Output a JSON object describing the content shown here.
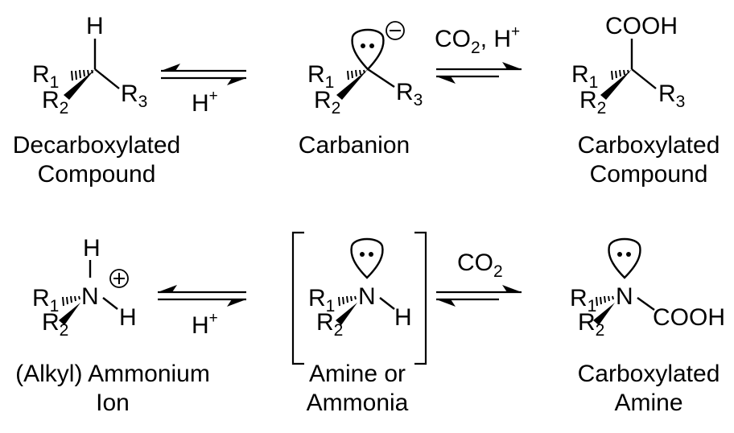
{
  "labels": {
    "H": "H",
    "R": "R",
    "N": "N",
    "COOH": "COOH",
    "n1": "1",
    "n2": "2",
    "n3": "3",
    "CO": "CO",
    "two": "2",
    "comma_H": ", H",
    "plus": "+"
  },
  "top_row": {
    "captions": {
      "decarboxylated_line1": "Decarboxylated",
      "decarboxylated_line2": "Compound",
      "carbanion": "Carbanion",
      "carboxylated_line1": "Carboxylated",
      "carboxylated_line2": "Compound"
    }
  },
  "bottom_row": {
    "captions": {
      "ammonium_line1": "(Alkyl) Ammonium",
      "ammonium_line2": "Ion",
      "amine_line1": "Amine or",
      "amine_line2": "Ammonia",
      "carboxylated_amine_line1": "Carboxylated",
      "carboxylated_amine_line2": "Amine"
    }
  },
  "charge_symbols": {
    "negative": "minus-in-circle",
    "positive": "plus-in-circle"
  }
}
